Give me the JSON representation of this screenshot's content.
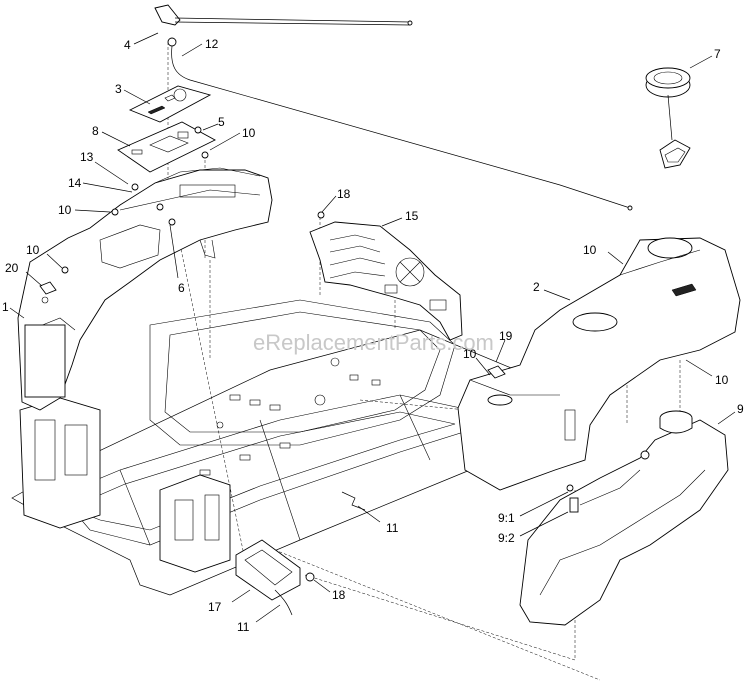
{
  "watermark": "eReplacementParts.com",
  "callouts": [
    {
      "id": "c-4",
      "text": "4"
    },
    {
      "id": "c-12",
      "text": "12"
    },
    {
      "id": "c-3",
      "text": "3"
    },
    {
      "id": "c-8",
      "text": "8"
    },
    {
      "id": "c-5",
      "text": "5"
    },
    {
      "id": "c-10a",
      "text": "10"
    },
    {
      "id": "c-13",
      "text": "13"
    },
    {
      "id": "c-14",
      "text": "14"
    },
    {
      "id": "c-10b",
      "text": "10"
    },
    {
      "id": "c-10c",
      "text": "10"
    },
    {
      "id": "c-20",
      "text": "20"
    },
    {
      "id": "c-6",
      "text": "6"
    },
    {
      "id": "c-1",
      "text": "1"
    },
    {
      "id": "c-18a",
      "text": "18"
    },
    {
      "id": "c-15",
      "text": "15"
    },
    {
      "id": "c-7",
      "text": "7"
    },
    {
      "id": "c-10d",
      "text": "10"
    },
    {
      "id": "c-2",
      "text": "2"
    },
    {
      "id": "c-19",
      "text": "19"
    },
    {
      "id": "c-10e",
      "text": "10"
    },
    {
      "id": "c-10f",
      "text": "10"
    },
    {
      "id": "c-9",
      "text": "9"
    },
    {
      "id": "c-11a",
      "text": "11"
    },
    {
      "id": "c-91",
      "text": "9:1"
    },
    {
      "id": "c-92",
      "text": "9:2"
    },
    {
      "id": "c-17",
      "text": "17"
    },
    {
      "id": "c-18b",
      "text": "18"
    },
    {
      "id": "c-11b",
      "text": "11"
    }
  ]
}
